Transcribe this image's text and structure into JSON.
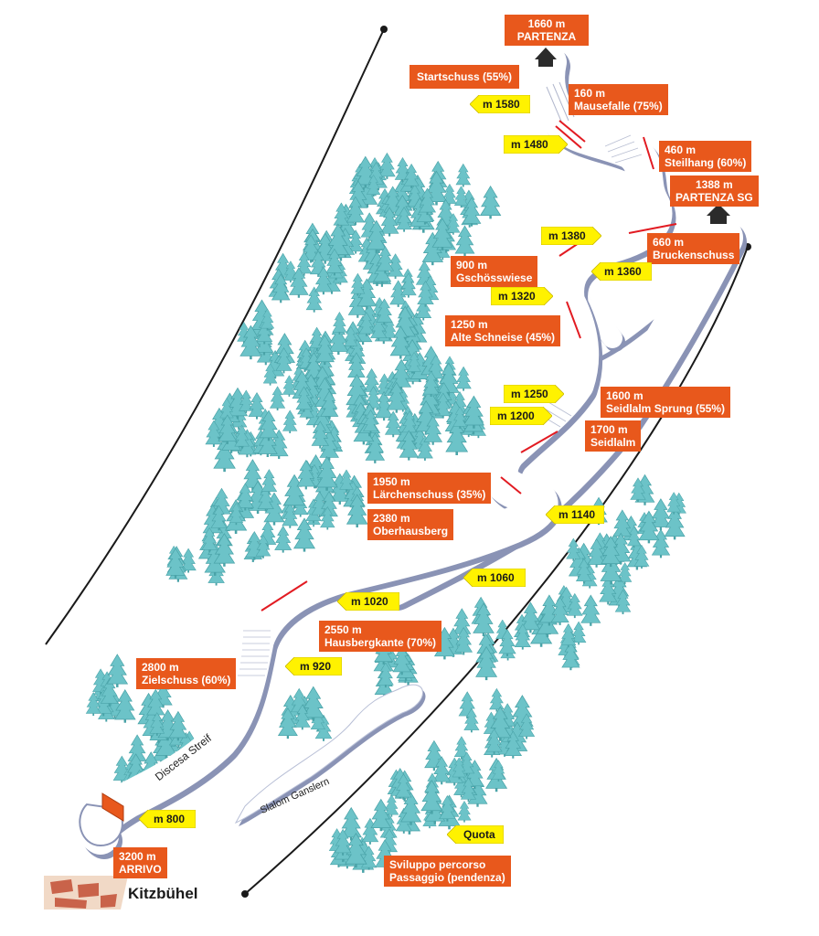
{
  "map": {
    "town": "Kitzbühel",
    "course_name": "Discesa Streif",
    "slalom_name": "Slalom Ganslern",
    "colors": {
      "label_bg": "#e8581c",
      "flag_bg": "#fff200",
      "piste": "#ffffff",
      "piste_shadow": "#8a93b5",
      "tree": "#6cc3c8",
      "fence": "#e21b22"
    },
    "legend": {
      "quota": "Quota",
      "line1": "Sviluppo percorso",
      "line2": "Passaggio (pendenza)"
    },
    "sections": [
      {
        "l1": "1660 m",
        "l2": "PARTENZA"
      },
      {
        "l1": "Startschuss (55%)",
        "l2": ""
      },
      {
        "l1": "160 m",
        "l2": "Mausefalle (75%)"
      },
      {
        "l1": "460 m",
        "l2": "Steilhang (60%)"
      },
      {
        "l1": "1388 m",
        "l2": "PARTENZA SG"
      },
      {
        "l1": "660 m",
        "l2": "Bruckenschuss"
      },
      {
        "l1": "900 m",
        "l2": "Gschösswiese"
      },
      {
        "l1": "1250 m",
        "l2": "Alte Schneise (45%)"
      },
      {
        "l1": "1600 m",
        "l2": "Seidlalm Sprung (55%)"
      },
      {
        "l1": "1700 m",
        "l2": "Seidlalm"
      },
      {
        "l1": "1950 m",
        "l2": "Lärchenschuss (35%)"
      },
      {
        "l1": "2380 m",
        "l2": "Oberhausberg"
      },
      {
        "l1": "2550 m",
        "l2": "Hausbergkante (70%)"
      },
      {
        "l1": "2800 m",
        "l2": "Zielschuss (60%)"
      },
      {
        "l1": "3200 m",
        "l2": "ARRIVO"
      }
    ],
    "altitudes": [
      "m 1580",
      "m 1480",
      "m 1380",
      "m 1360",
      "m 1320",
      "m 1250",
      "m 1200",
      "m 1140",
      "m 1060",
      "m 1020",
      "m 920",
      "m 800"
    ]
  }
}
